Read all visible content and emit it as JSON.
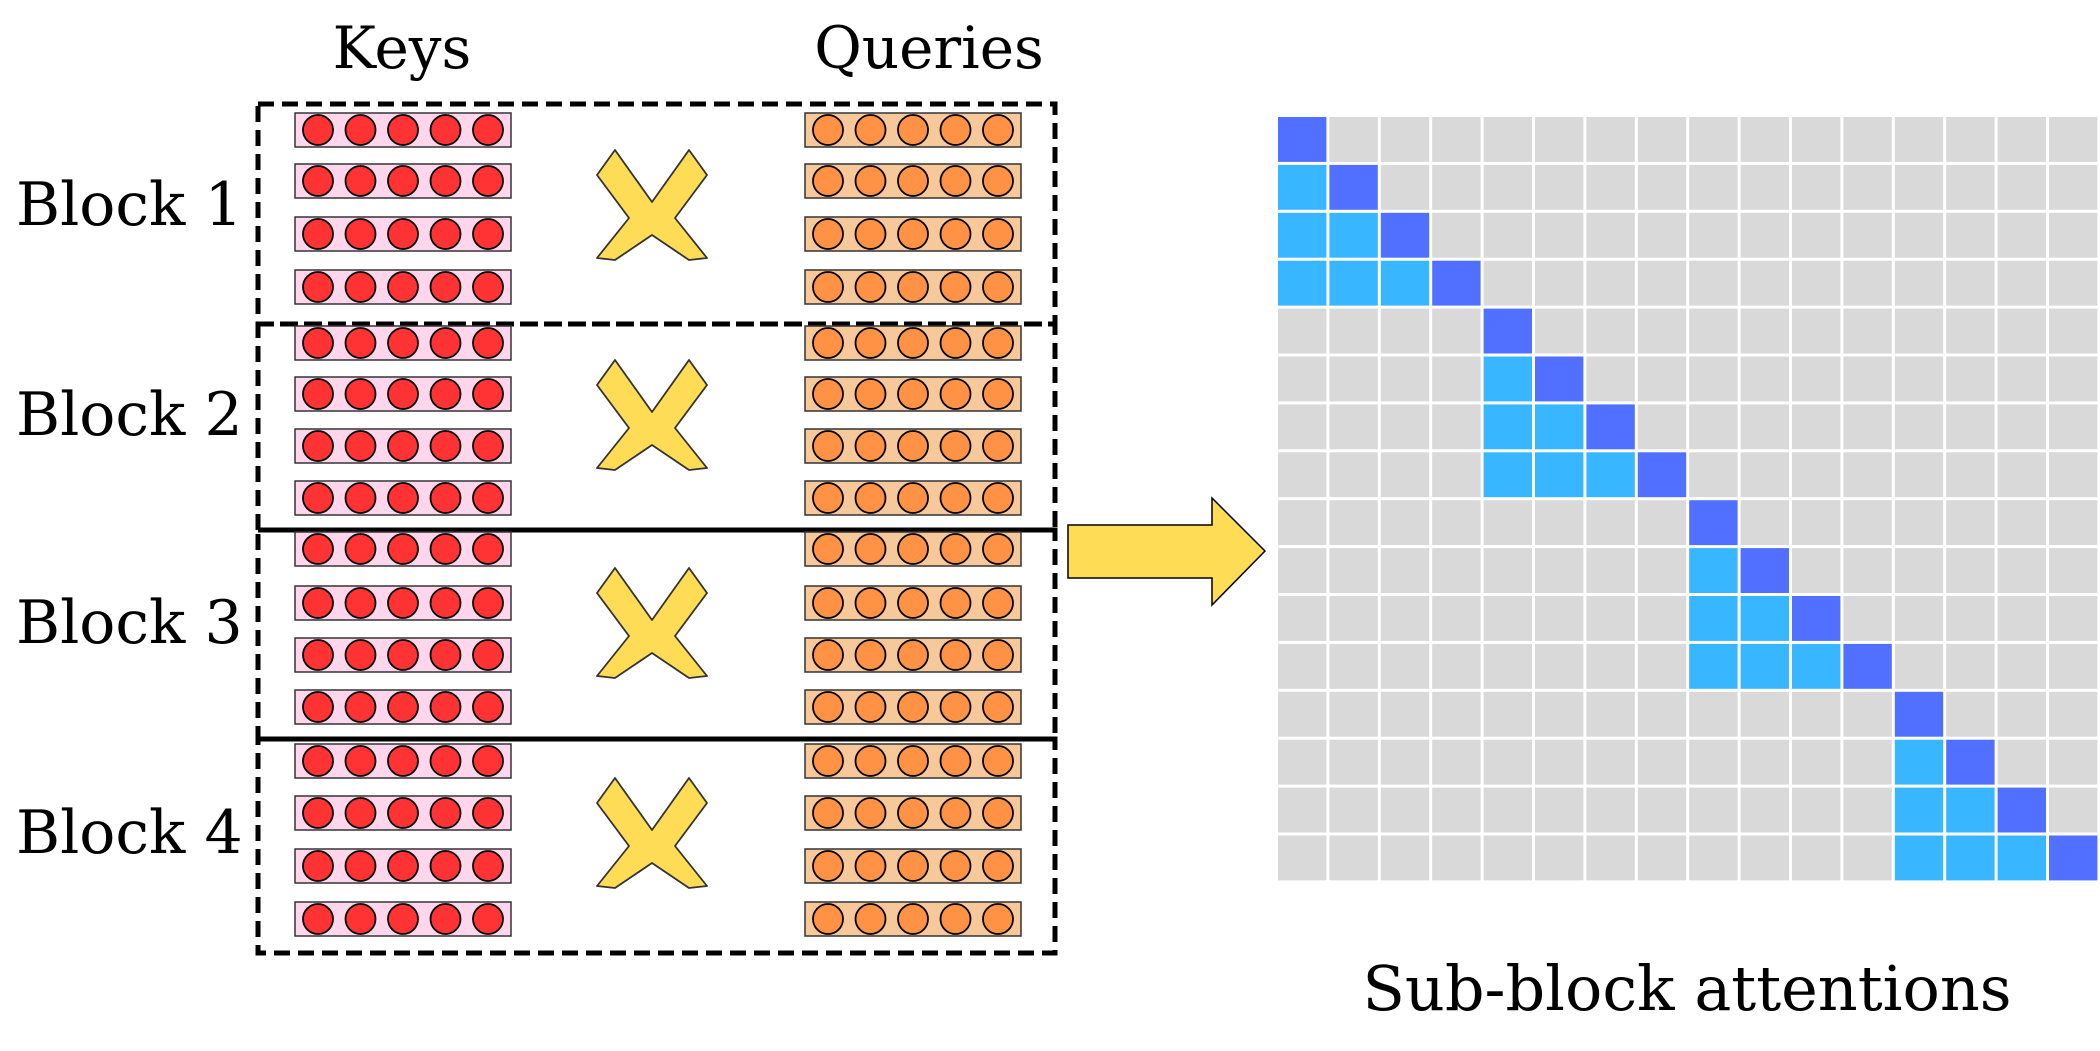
{
  "headers": {
    "keys": "Keys",
    "queries": "Queries"
  },
  "blocks": [
    {
      "label": "Block 1"
    },
    {
      "label": "Block 2"
    },
    {
      "label": "Block 3"
    },
    {
      "label": "Block 4"
    }
  ],
  "vectors_per_block": 4,
  "elements_per_vector": 5,
  "caption": "Sub-block attentions",
  "matrix": {
    "size": 16,
    "block_size": 4
  },
  "colors": {
    "key_fill": "#ff3333",
    "key_bar": "#ffd6ec",
    "query_fill": "#ff9245",
    "query_bar": "#f7c89a",
    "multiply": "#ffdc55",
    "arrow": "#ffdc55",
    "diagonal": "#5170ff",
    "lower_in_block": "#38b6ff",
    "masked": "#d9d9d9",
    "grid_line": "#f2f2f2"
  }
}
